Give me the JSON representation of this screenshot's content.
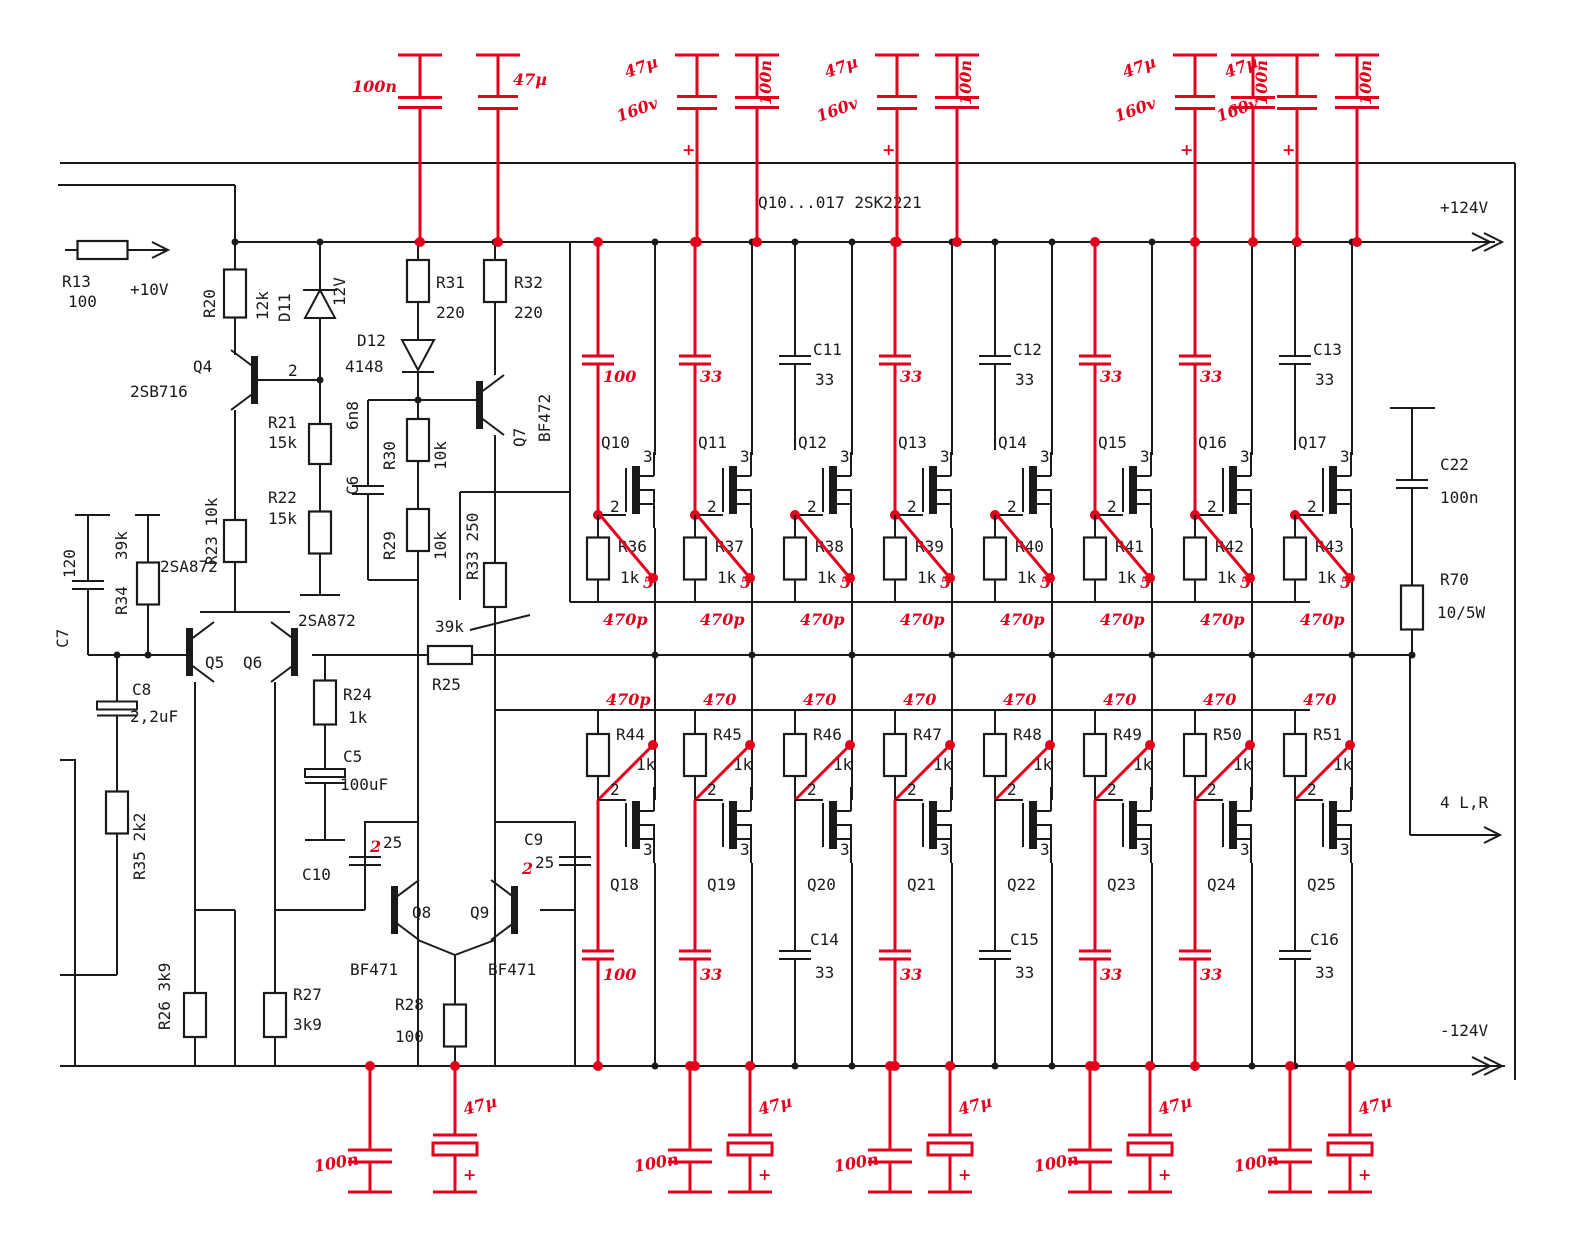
{
  "rails": {
    "pos": "+124V",
    "neg": "-124V",
    "out": "4 L,R",
    "in_ref": "+10V",
    "mosfet_note": "Q10...017 2SK2221"
  },
  "colors": {
    "ink": "#1a1a1a",
    "annotation": "#e3001b"
  },
  "input_stage": [
    {
      "ref": "R13",
      "val": "100"
    },
    {
      "ref": "R20",
      "val": "12k"
    },
    {
      "ref": "D11",
      "val": "12V"
    },
    {
      "ref": "Q4",
      "val": "2SB716"
    },
    {
      "ref": "R21",
      "val": "15k"
    },
    {
      "ref": "R22",
      "val": "15k"
    },
    {
      "ref": "R23",
      "val": "10k"
    },
    {
      "ref": "C7",
      "val": "120"
    },
    {
      "ref": "R34",
      "val": "39k"
    },
    {
      "ref": "Q5",
      "val": "2SA872"
    },
    {
      "ref": "Q6",
      "val": "2SA872"
    },
    {
      "ref": "C8",
      "val": "2,2uF"
    },
    {
      "ref": "R35",
      "val": "2k2"
    },
    {
      "ref": "R26",
      "val": "3k9"
    },
    {
      "ref": "R27",
      "val": "3k9"
    },
    {
      "ref": "R24",
      "val": "1k"
    },
    {
      "ref": "C5",
      "val": "100uF"
    },
    {
      "ref": "R25",
      "val": "39k"
    }
  ],
  "driver_stage": [
    {
      "ref": "R31",
      "val": "220"
    },
    {
      "ref": "R32",
      "val": "220"
    },
    {
      "ref": "D12",
      "val": "4148"
    },
    {
      "ref": "Q7",
      "val": "BF472"
    },
    {
      "ref": "C6",
      "val": "6n8"
    },
    {
      "ref": "R30",
      "val": "10k"
    },
    {
      "ref": "R29",
      "val": "10k"
    },
    {
      "ref": "R33",
      "val": "250"
    },
    {
      "ref": "C10",
      "val": "25"
    },
    {
      "ref": "C9",
      "val": "25"
    },
    {
      "ref": "Q8",
      "val": "BF471"
    },
    {
      "ref": "Q9",
      "val": "BF471"
    },
    {
      "ref": "R28",
      "val": "100"
    }
  ],
  "output_top": {
    "mosfets": [
      "Q10",
      "Q11",
      "Q12",
      "Q13",
      "Q14",
      "Q15",
      "Q16",
      "Q17"
    ],
    "gate_res": [
      "R36",
      "R37",
      "R38",
      "R39",
      "R40",
      "R41",
      "R42",
      "R43"
    ],
    "gate_res_val": "1k",
    "drain_caps": [
      {
        "ref": "",
        "val": "100",
        "red": true
      },
      {
        "ref": "",
        "val": "33",
        "red": true
      },
      {
        "ref": "C11",
        "val": "33",
        "red": false
      },
      {
        "ref": "",
        "val": "33",
        "red": true
      },
      {
        "ref": "C12",
        "val": "33",
        "red": false
      },
      {
        "ref": "",
        "val": "33",
        "red": true
      },
      {
        "ref": "",
        "val": "33",
        "red": true
      },
      {
        "ref": "C13",
        "val": "33",
        "red": false
      }
    ],
    "gate_cap_note": "470p",
    "small_note": "5"
  },
  "output_bottom": {
    "mosfets": [
      "Q18",
      "Q19",
      "Q20",
      "Q21",
      "Q22",
      "Q23",
      "Q24",
      "Q25"
    ],
    "gate_res": [
      "R44",
      "R45",
      "R46",
      "R47",
      "R48",
      "R49",
      "R50",
      "R51"
    ],
    "gate_res_val": "1k",
    "gate_cap_notes": [
      "470p",
      "470",
      "470",
      "470",
      "470",
      "470",
      "470",
      "470"
    ],
    "drain_caps": [
      {
        "ref": "",
        "val": "100",
        "red": true
      },
      {
        "ref": "",
        "val": "33",
        "red": true
      },
      {
        "ref": "C14",
        "val": "33",
        "red": false
      },
      {
        "ref": "",
        "val": "33",
        "red": true
      },
      {
        "ref": "C15",
        "val": "33",
        "red": false
      },
      {
        "ref": "",
        "val": "33",
        "red": true
      },
      {
        "ref": "",
        "val": "33",
        "red": true
      },
      {
        "ref": "C16",
        "val": "33",
        "red": false
      }
    ]
  },
  "zobel": {
    "c_ref": "C22",
    "c_val": "100n",
    "r_ref": "R70",
    "r_val": "10/5W"
  },
  "decoupling_top": [
    {
      "label": "100n",
      "volt": ""
    },
    {
      "label": "47µ",
      "volt": ""
    },
    {
      "label": "47µ",
      "volt": "160v"
    },
    {
      "label": "100n",
      "volt": ""
    },
    {
      "label": "47µ",
      "volt": "160v"
    },
    {
      "label": "100n",
      "volt": ""
    },
    {
      "label": "47µ",
      "volt": "160v"
    },
    {
      "label": "100n",
      "volt": ""
    },
    {
      "label": "47µ",
      "volt": "160v"
    },
    {
      "label": "100n",
      "volt": ""
    }
  ],
  "decoupling_bottom": [
    {
      "label": "100n"
    },
    {
      "label": "47µ"
    },
    {
      "label": "100n"
    },
    {
      "label": "47µ"
    },
    {
      "label": "100n"
    },
    {
      "label": "47µ"
    },
    {
      "label": "100n"
    },
    {
      "label": "47µ"
    },
    {
      "label": "100n"
    },
    {
      "label": "47µ"
    }
  ],
  "mods": {
    "c10_mark": "2",
    "c9_mark": "2"
  }
}
